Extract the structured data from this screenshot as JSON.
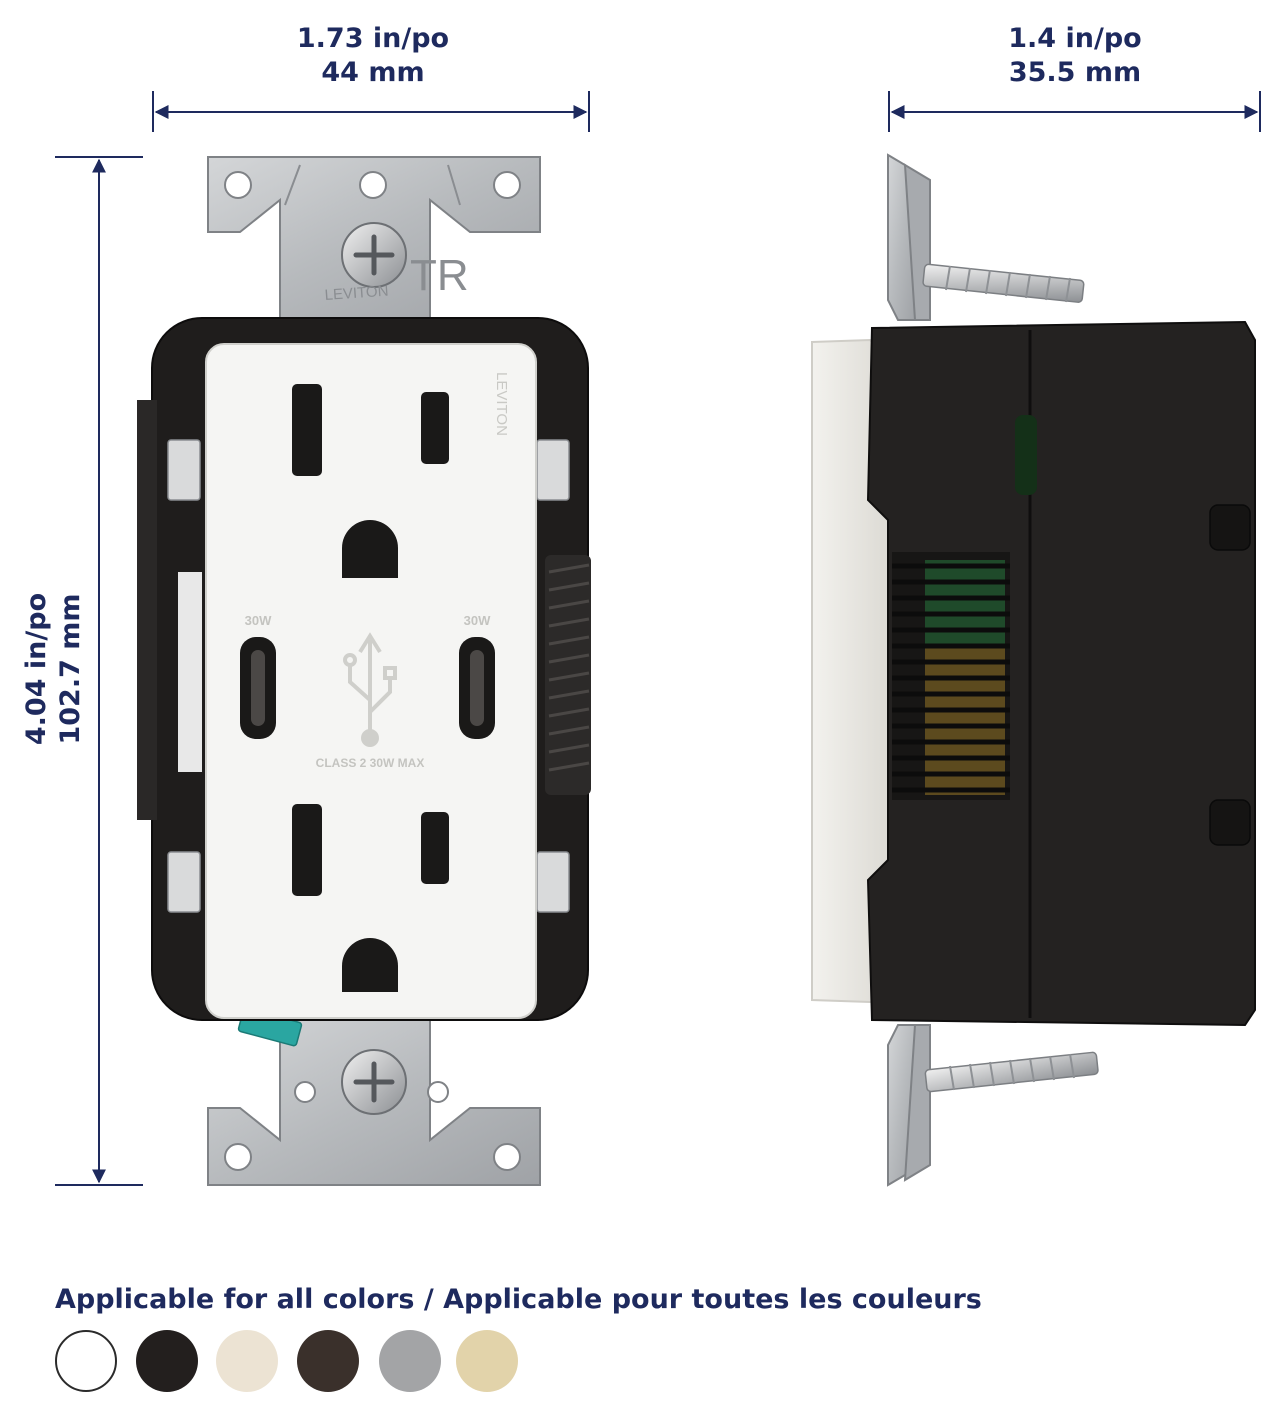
{
  "dimensions": {
    "width": {
      "imperial": "1.73 in/po",
      "metric": "44 mm"
    },
    "depth": {
      "imperial": "1.4 in/po",
      "metric": "35.5 mm"
    },
    "height": {
      "imperial": "4.04 in/po",
      "metric": "102.7 mm"
    }
  },
  "product_markings": {
    "yoke_brand": "LEVITON",
    "tamper_resistant": "TR",
    "face_brand": "LEVITON",
    "usb_port_left": "30W",
    "usb_port_right": "30W",
    "usb_rating": "CLASS 2 30W MAX"
  },
  "colors_caption": "Applicable for all colors / Applicable pour toutes les couleurs",
  "color_swatches": [
    {
      "name": "white",
      "hex": "#ffffff"
    },
    {
      "name": "black",
      "hex": "#231f1e"
    },
    {
      "name": "light-almond",
      "hex": "#ece3d3"
    },
    {
      "name": "brown",
      "hex": "#3a302b"
    },
    {
      "name": "gray",
      "hex": "#a3a4a6"
    },
    {
      "name": "ivory",
      "hex": "#e2d3aa"
    }
  ],
  "dimension_color": "#1e2a5e"
}
